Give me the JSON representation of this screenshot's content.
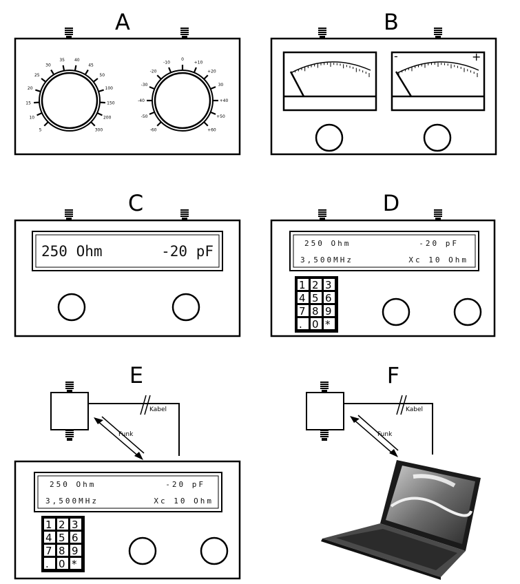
{
  "panels": {
    "A": {
      "label": "A",
      "dial_left_ticks": [
        "5",
        "10",
        "15",
        "20",
        "25",
        "30",
        "35",
        "40",
        "45",
        "50",
        "100",
        "150",
        "200",
        "300"
      ],
      "dial_right_ticks": [
        "-60",
        "-50",
        "-40",
        "-30",
        "-20",
        "-10",
        "0",
        "+10",
        "+20",
        "30",
        "+40",
        "+50",
        "+60"
      ]
    },
    "B": {
      "label": "B",
      "meter_minus": "-",
      "meter_plus": "+"
    },
    "C": {
      "label": "C",
      "display_left": "250 Ohm",
      "display_right": "-20 pF"
    },
    "D": {
      "label": "D",
      "line1_left": "250 Ohm",
      "line1_right": "-20 pF",
      "line2_left": "3,500MHz",
      "line2_right": "Xc 10 Ohm"
    },
    "E": {
      "label": "E",
      "cable_label": "Kabel",
      "radio_label": "Funk",
      "line1_left": "250 Ohm",
      "line1_right": "-20 pF",
      "line2_left": "3,500MHz",
      "line2_right": "Xc 10 Ohm"
    },
    "F": {
      "label": "F",
      "cable_label": "Kabel",
      "radio_label": "Funk"
    }
  },
  "keypad": [
    "1",
    "2",
    "3",
    "4",
    "5",
    "6",
    "7",
    "8",
    "9",
    ".",
    "0",
    "*"
  ]
}
